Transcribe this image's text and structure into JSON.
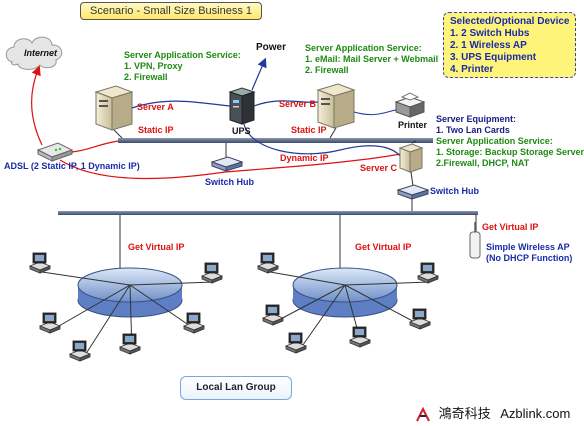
{
  "title": "Scenario - Small Size Business 1",
  "internet": "Internet",
  "power": "Power",
  "ups": "UPS",
  "printer": "Printer",
  "server_a": "Server A",
  "server_b": "Server B",
  "server_c": "Server C",
  "static_ip_a": "Static IP",
  "static_ip_b": "Static IP",
  "dynamic_ip": "Dynamic IP",
  "adsl": "ADSL (2 Static IP, 1 Dynamic IP)",
  "switch_hub_left": "Switch Hub",
  "switch_hub_right": "Switch Hub",
  "get_virtual_ip_1": "Get Virtual IP",
  "get_virtual_ip_2": "Get Virtual IP",
  "get_virtual_ip_3": "Get Virtual IP",
  "service_a": {
    "heading": "Server Application Service:",
    "items": [
      "1. VPN, Proxy",
      "2. Firewall"
    ]
  },
  "service_b": {
    "heading": "Server Application Service:",
    "items": [
      "1. eMail: Mail Server + Webmail",
      "2. Firewall"
    ]
  },
  "server_equipment": {
    "heading": "Server Equipment:",
    "item": "1. Two Lan Cards"
  },
  "service_c": {
    "heading": "Server Application Service:",
    "items": [
      "1. Storage: Backup Storage Server",
      "2.Firewall, DHCP, NAT"
    ]
  },
  "selected_box": {
    "heading": "Selected/Optional Device",
    "items": [
      "1. 2 Switch Hubs",
      "2. 1 Wireless AP",
      "3. UPS Equipment",
      "4. Printer"
    ]
  },
  "wireless_ap": [
    "Simple Wireless AP",
    "(No DHCP Function)"
  ],
  "lan_group": "Local Lan Group",
  "brand_cn": "鴻奇科技",
  "brand_en": "Azblink.com",
  "colors": {
    "red_label": "#dd1111",
    "green_label": "#1f8a12",
    "blue_label": "#1a2aa8",
    "backbone": "#3c4a6a"
  }
}
